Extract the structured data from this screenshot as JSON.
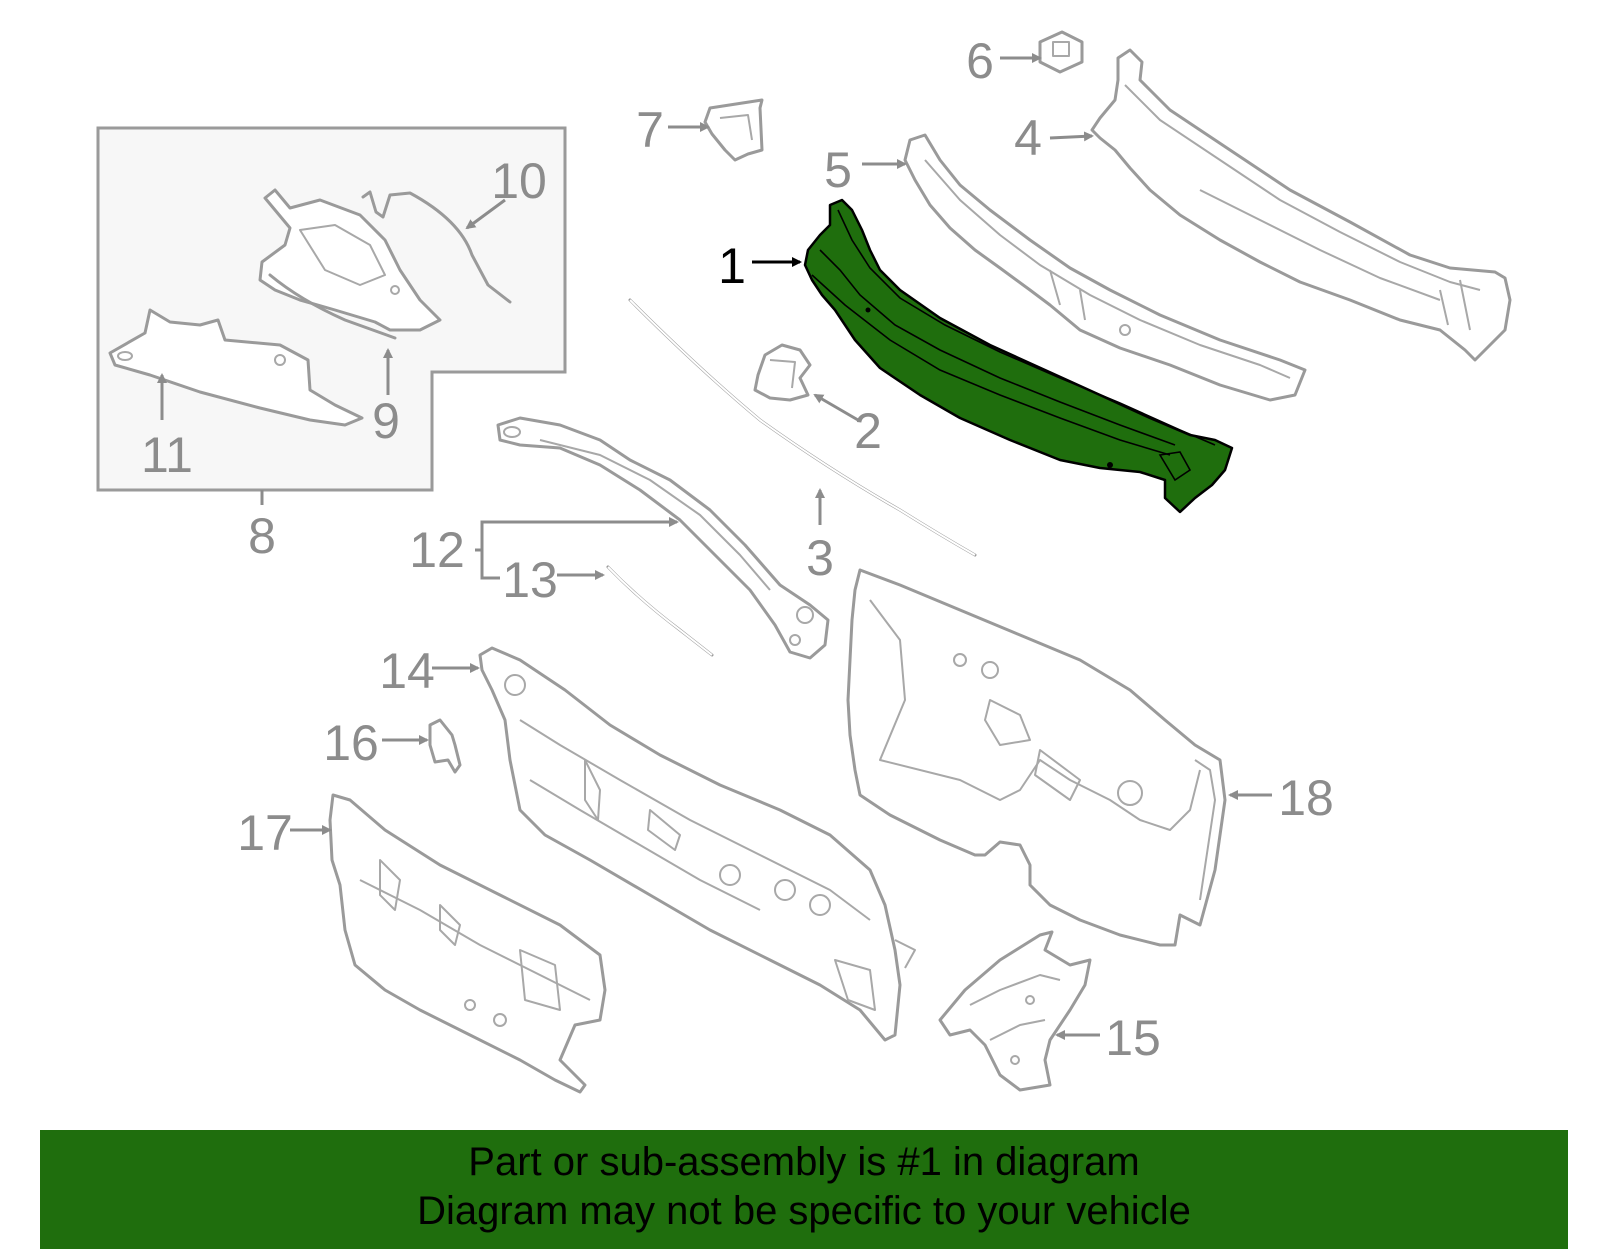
{
  "highlight": {
    "part_number": "1",
    "color": "#1f6e0d"
  },
  "callouts": {
    "c1": "1",
    "c2": "2",
    "c3": "3",
    "c4": "4",
    "c5": "5",
    "c6": "6",
    "c7": "7",
    "c8": "8",
    "c9": "9",
    "c10": "10",
    "c11": "11",
    "c12": "12",
    "c13": "13",
    "c14": "14",
    "c15": "15",
    "c16": "16",
    "c17": "17",
    "c18": "18"
  },
  "banner": {
    "line1": "Part or sub-assembly is #1 in diagram",
    "line2": "Diagram may not be specific to your vehicle"
  }
}
